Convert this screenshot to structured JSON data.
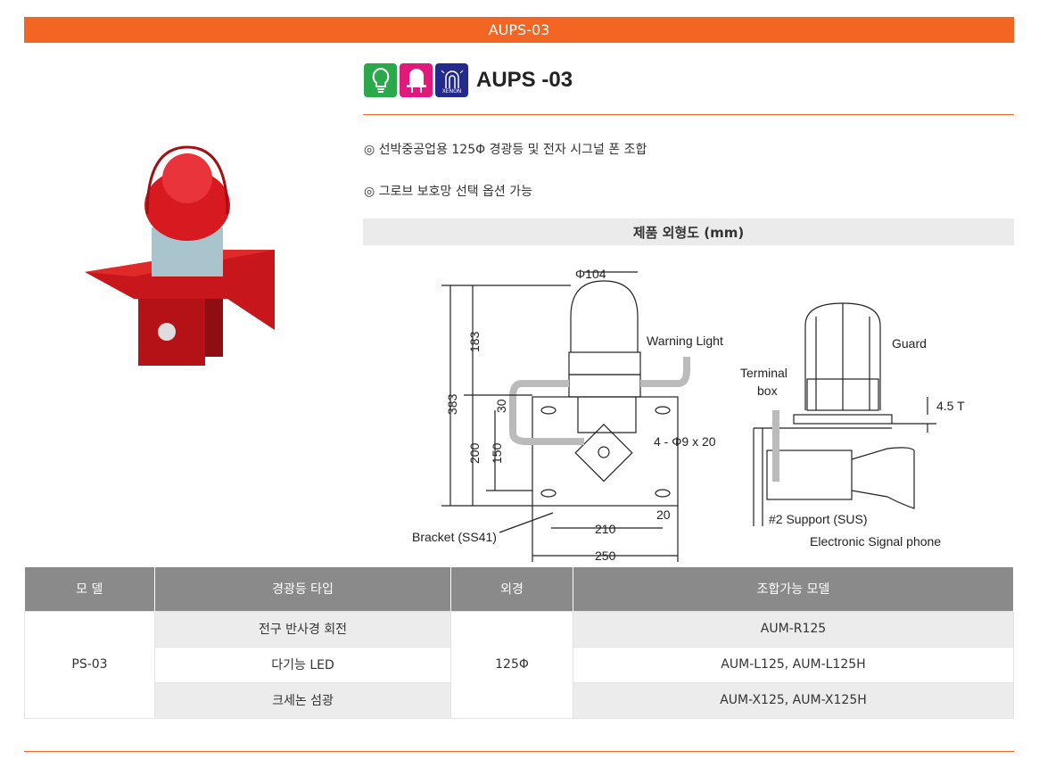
{
  "header": {
    "title": "AUPS-03"
  },
  "product": {
    "name": "AUPS -03",
    "icons": [
      "bulb-icon",
      "led-icon",
      "xenon-icon"
    ],
    "xenon_label": "XENON"
  },
  "features": [
    "◎ 선박중공업용 125Φ 경광등 및 전자 시그널 폰 조합",
    "◎ 그로브 보호망 선택 옵션 가능"
  ],
  "dimensions": {
    "title": "제품 외형도 (mm)",
    "labels": {
      "d104": "Φ104",
      "warning": "Warning Light",
      "h183": "183",
      "h383": "383",
      "h30": "30",
      "h200": "200",
      "h150": "150",
      "holes": "4 - Φ9 x 20",
      "w20": "20",
      "w210": "210",
      "w250": "250",
      "bracket": "Bracket (SS41)",
      "guard": "Guard",
      "terminal": "Terminal",
      "box": "box",
      "t45": "4.5 T",
      "support": "#2 Support (SUS)",
      "phone": "Electronic Signal phone"
    }
  },
  "table": {
    "headers": [
      "모 델",
      "경광등 타입",
      "외경",
      "조합가능 모델"
    ],
    "model": "PS-03",
    "diameter": "125Φ",
    "rows": [
      {
        "type": "전구 반사경 회전",
        "models": "AUM-R125"
      },
      {
        "type": "다기능 LED",
        "models": "AUM-L125, AUM-L125H"
      },
      {
        "type": "크세논 섬광",
        "models": "AUM-X125, AUM-X125H"
      }
    ]
  },
  "colors": {
    "accent": "#f26522",
    "green": "#2aa84a",
    "magenta": "#e0197d",
    "navy": "#232a8c"
  }
}
